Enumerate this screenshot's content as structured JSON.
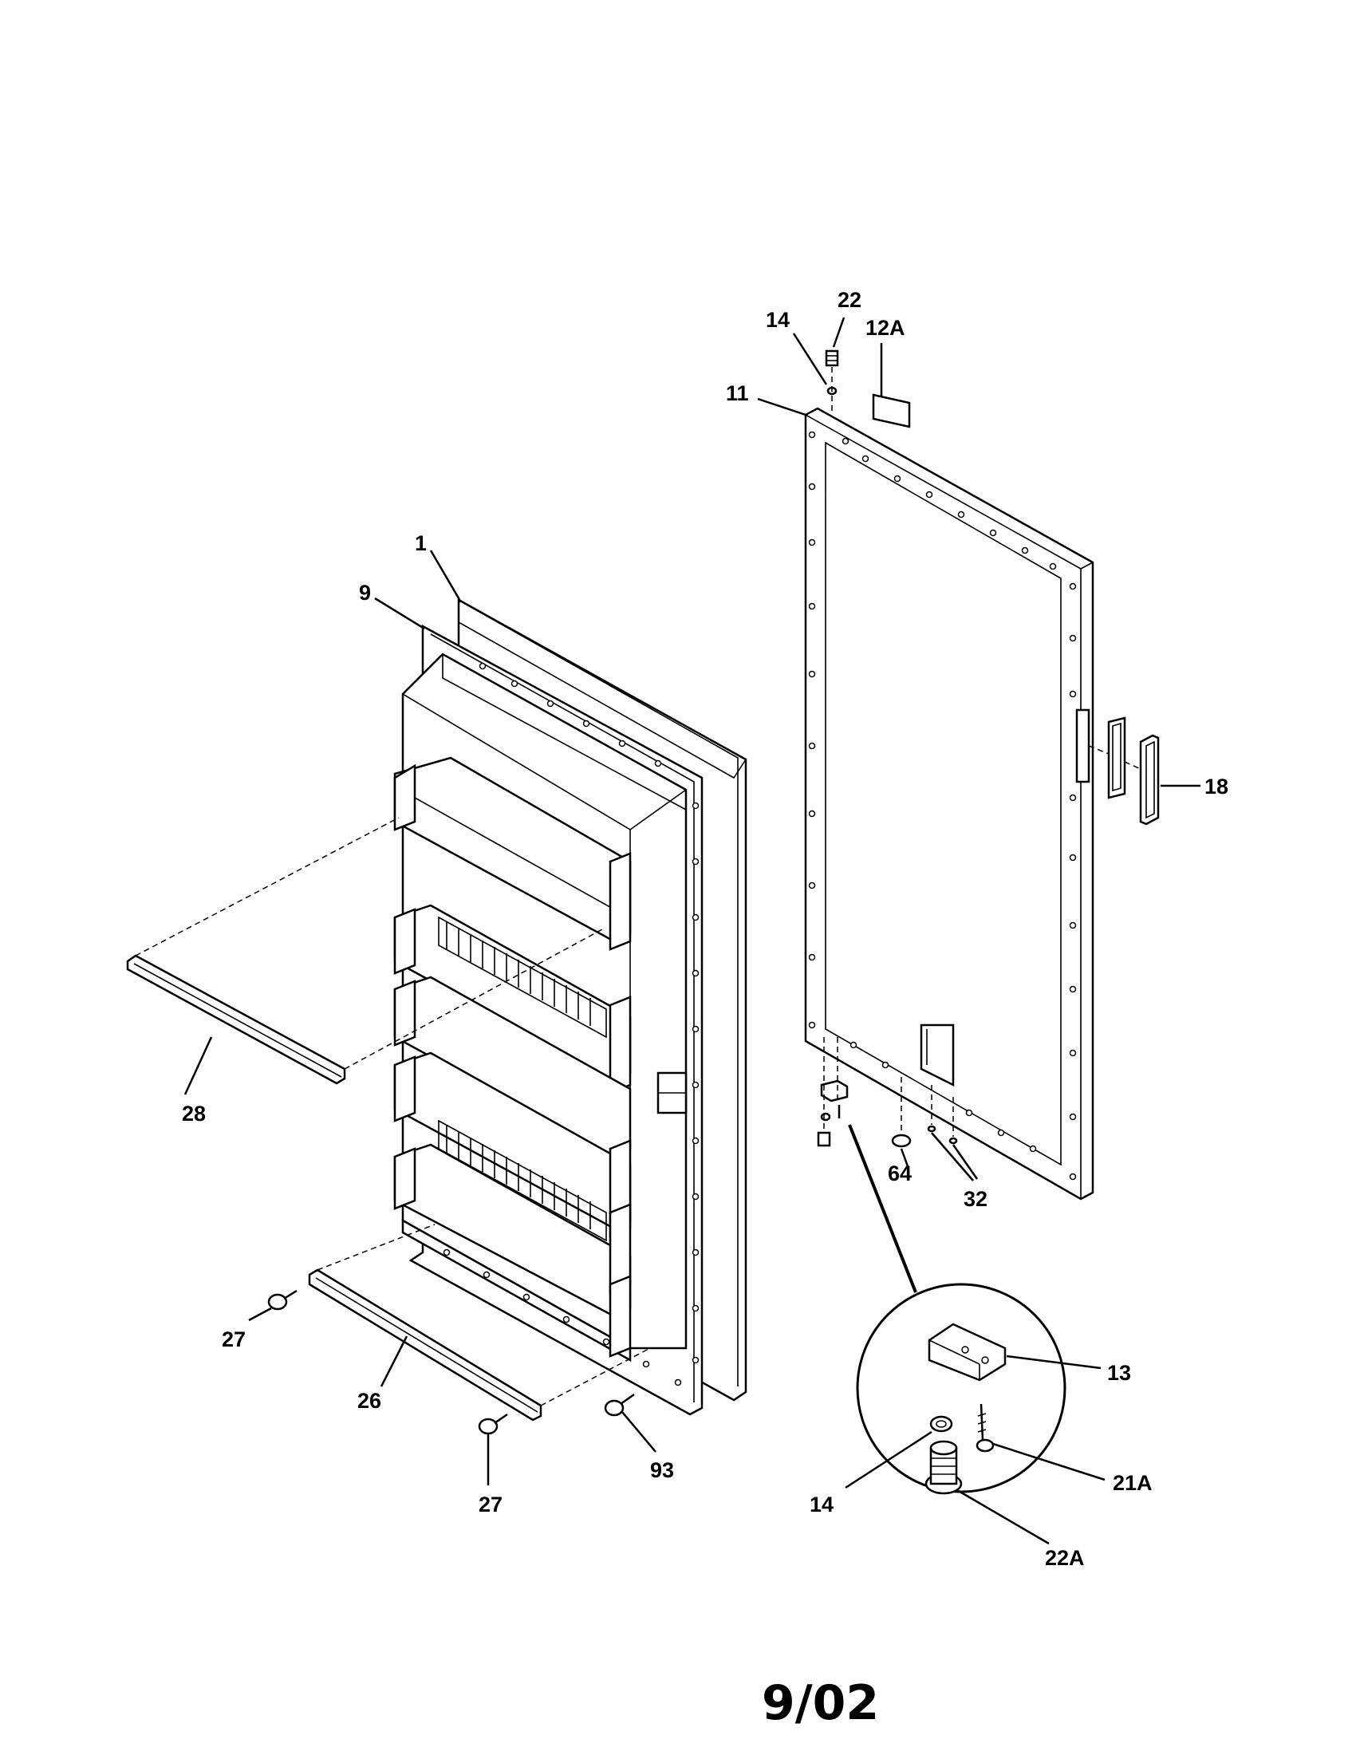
{
  "labels": {
    "l1": "1",
    "l9": "9",
    "l11": "11",
    "l12a": "12A",
    "l13": "13",
    "l14a": "14",
    "l14b": "14",
    "l18": "18",
    "l21a": "21A",
    "l22": "22",
    "l22a": "22A",
    "l26": "26",
    "l27a": "27",
    "l27b": "27",
    "l28": "28",
    "l32": "32",
    "l64": "64",
    "l93": "93"
  },
  "date_code": "9/02"
}
